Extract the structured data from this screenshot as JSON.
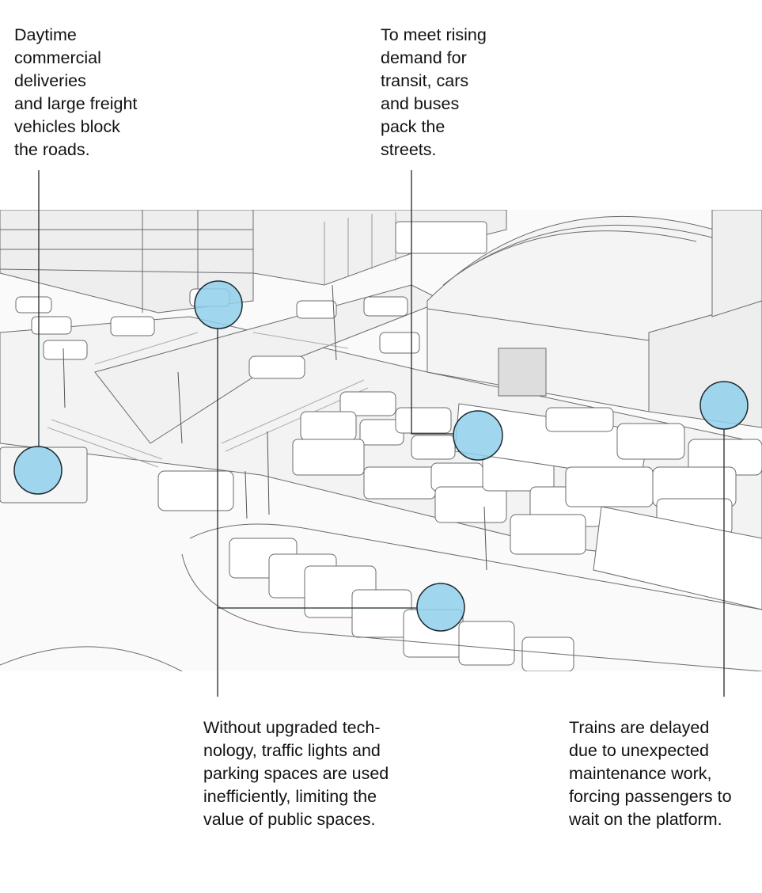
{
  "annotations": [
    {
      "id": "freight",
      "text": "Daytime\ncommercial\ndeliveries\nand large freight\nvehicles block\nthe roads."
    },
    {
      "id": "transit",
      "text": "To meet rising\ndemand for\ntransit, cars\nand buses\npack the\nstreets."
    },
    {
      "id": "technology",
      "text": "Without upgraded tech-\nnology, traffic lights and\nparking spaces are used\ninefficiently, limiting the\nvalue of public spaces."
    },
    {
      "id": "trains",
      "text": "Trains are delayed\ndue to unexpected\nmaintenance work,\nforcing passengers to\nwait on the platform."
    }
  ],
  "colors": {
    "highlight": "#8fd0ec",
    "outline": "#1d2a30",
    "sketch": "#6b6b6b"
  }
}
